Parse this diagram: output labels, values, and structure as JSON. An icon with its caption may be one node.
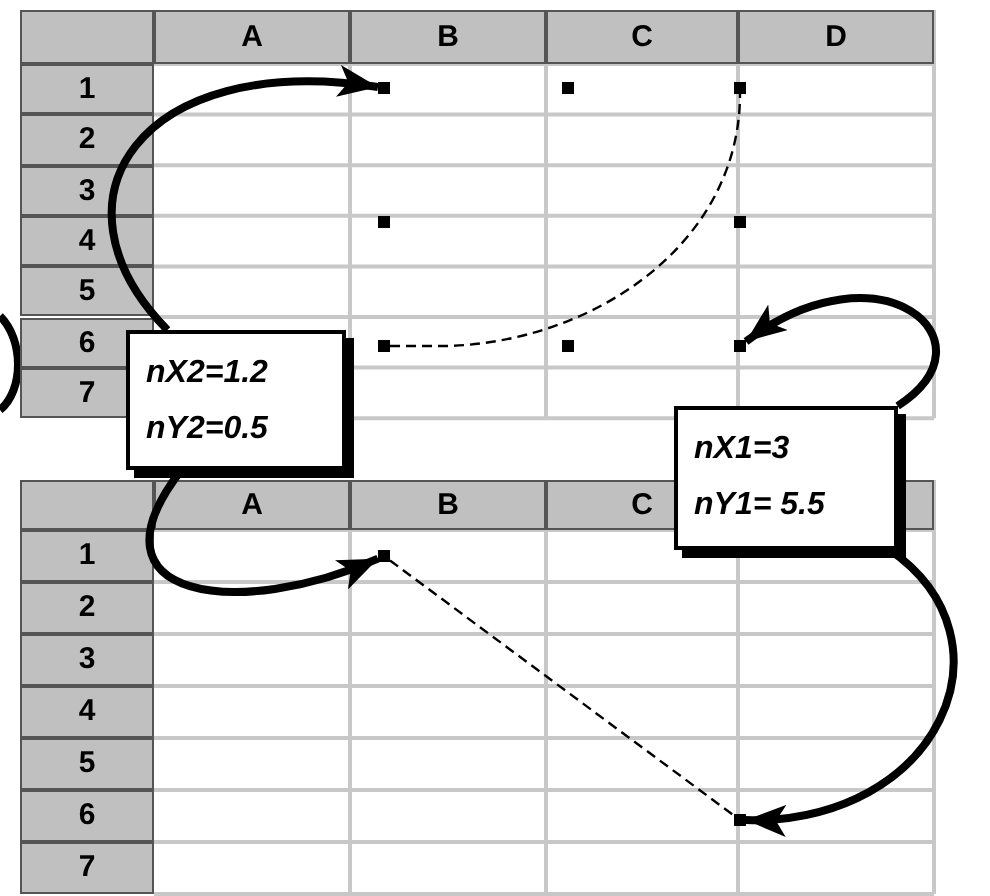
{
  "diagram": {
    "nodes": [
      {
        "text": [
          "nX2=1.2",
          "nY2=0.5"
        ]
      },
      {
        "text": [
          "nX1=3",
          "nY1= 5.5"
        ]
      },
      {
        "text": [],
        "shape": "box"
      },
      {
        "text": [],
        "shape": "box"
      },
      {
        "text": [],
        "shape": "box"
      },
      {
        "text": [],
        "shape": "box"
      }
    ],
    "edges": [
      {
        "from": 0,
        "to": 2,
        "arrow": "to"
      },
      {
        "from": 0,
        "to": 4,
        "arrow": "to"
      },
      {
        "from": 1,
        "to": 3,
        "arrow": "to"
      },
      {
        "from": 1,
        "to": 5,
        "arrow": "to"
      },
      {
        "from": 4,
        "to": 5,
        "arrow": "none",
        "style": "dashed"
      }
    ],
    "labels": [
      "A",
      "B",
      "C",
      "D",
      "1",
      "2",
      "3",
      "4",
      "5",
      "6",
      "7",
      "A",
      "B",
      "C",
      "1",
      "2",
      "3",
      "4",
      "5",
      "6",
      "7"
    ]
  }
}
